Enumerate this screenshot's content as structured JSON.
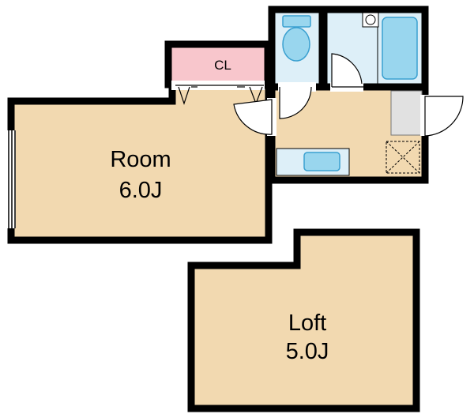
{
  "rooms": {
    "room": {
      "name": "Room",
      "size": "6.0J"
    },
    "loft": {
      "name": "Loft",
      "size": "5.0J"
    },
    "closet": {
      "name": "CL"
    }
  },
  "colors": {
    "floor": "#F2D9B0",
    "wet_area": "#DDEFF8",
    "fixture": "#99D6EE",
    "fixture_stroke": "#3AA0D0",
    "closet": "#F8C6CC",
    "wall": "#000000",
    "storage": "#E1E1E1"
  }
}
